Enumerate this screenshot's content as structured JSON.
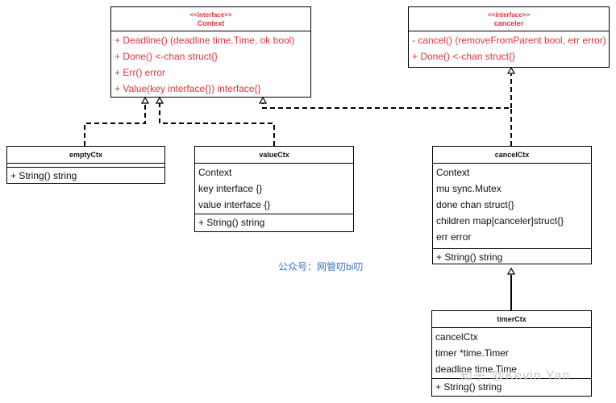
{
  "context": {
    "stereotype": "<<interface>>",
    "name": "Context",
    "methods": [
      "+ Deadline() (deadline time.Time, ok bool)",
      "+ Done() <-chan struct{}",
      "+ Err() error",
      "+ Value(key interface{}) interface{}"
    ]
  },
  "canceler": {
    "stereotype": "<<interface>>",
    "name": "canceler",
    "methods": [
      "- cancel() (removeFromParent bool, err error)",
      "+ Done() <-chan struct{}"
    ]
  },
  "emptyCtx": {
    "name": "emptyCtx",
    "methods": [
      "+ String() string"
    ]
  },
  "valueCtx": {
    "name": "valueCtx",
    "fields": [
      "Context",
      "key interface {}",
      "value interface {}"
    ],
    "methods": [
      "+ String() string"
    ]
  },
  "cancelCtx": {
    "name": "cancelCtx",
    "fields": [
      "Context",
      "mu  sync.Mutex",
      "done chan struct{}",
      "children map[canceler]struct{}",
      "err error"
    ],
    "methods": [
      "+ String() string"
    ]
  },
  "timerCtx": {
    "name": "timerCtx",
    "fields": [
      "cancelCtx",
      "timer *time.Timer",
      "deadline time.Time"
    ],
    "methods": [
      "+ String() string"
    ]
  },
  "watermark": "公众号：网管叨bi叨",
  "zhihu_watermark": "知乎 @Kevin Yan",
  "colors": {
    "interface_text": "#d9363e",
    "watermark": "#3b73c6"
  }
}
